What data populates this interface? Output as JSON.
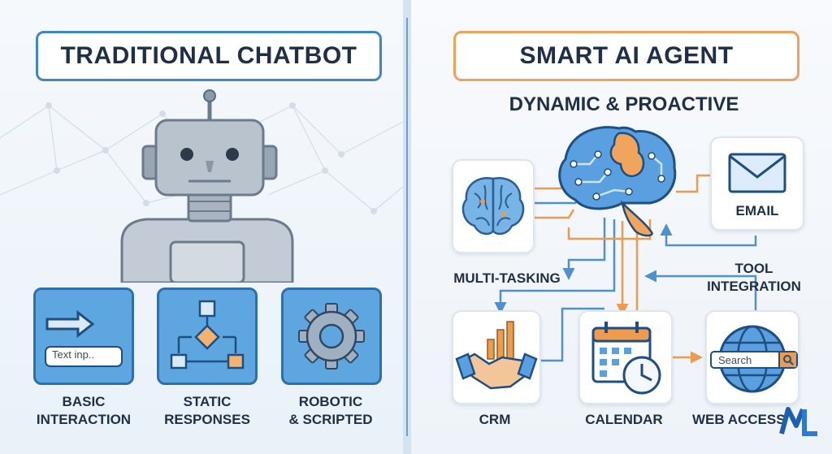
{
  "left_panel": {
    "title": "TRADITIONAL CHATBOT",
    "features": [
      {
        "label": "BASIC\nINTERACTION",
        "icon": "arrow-input-icon",
        "input_text": "Text inp.."
      },
      {
        "label": "STATIC\nRESPONSES",
        "icon": "flowchart-icon"
      },
      {
        "label": "ROBOTIC\n& SCRIPTED",
        "icon": "gear-icon"
      }
    ]
  },
  "right_panel": {
    "title": "SMART AI AGENT",
    "subtitle": "DYNAMIC & PROACTIVE",
    "labels": {
      "multitasking": "MULTI-TASKING",
      "tool_integration": "TOOL\nINTEGRATION",
      "email": "EMAIL",
      "crm": "CRM",
      "calendar": "CALENDAR",
      "web_access": "WEB ACCESS"
    },
    "search_text": "Search"
  },
  "colors": {
    "blue": "#3f86c9",
    "light_blue": "#5ea6e0",
    "orange": "#eea15a",
    "dark_text": "#1f2f46"
  }
}
